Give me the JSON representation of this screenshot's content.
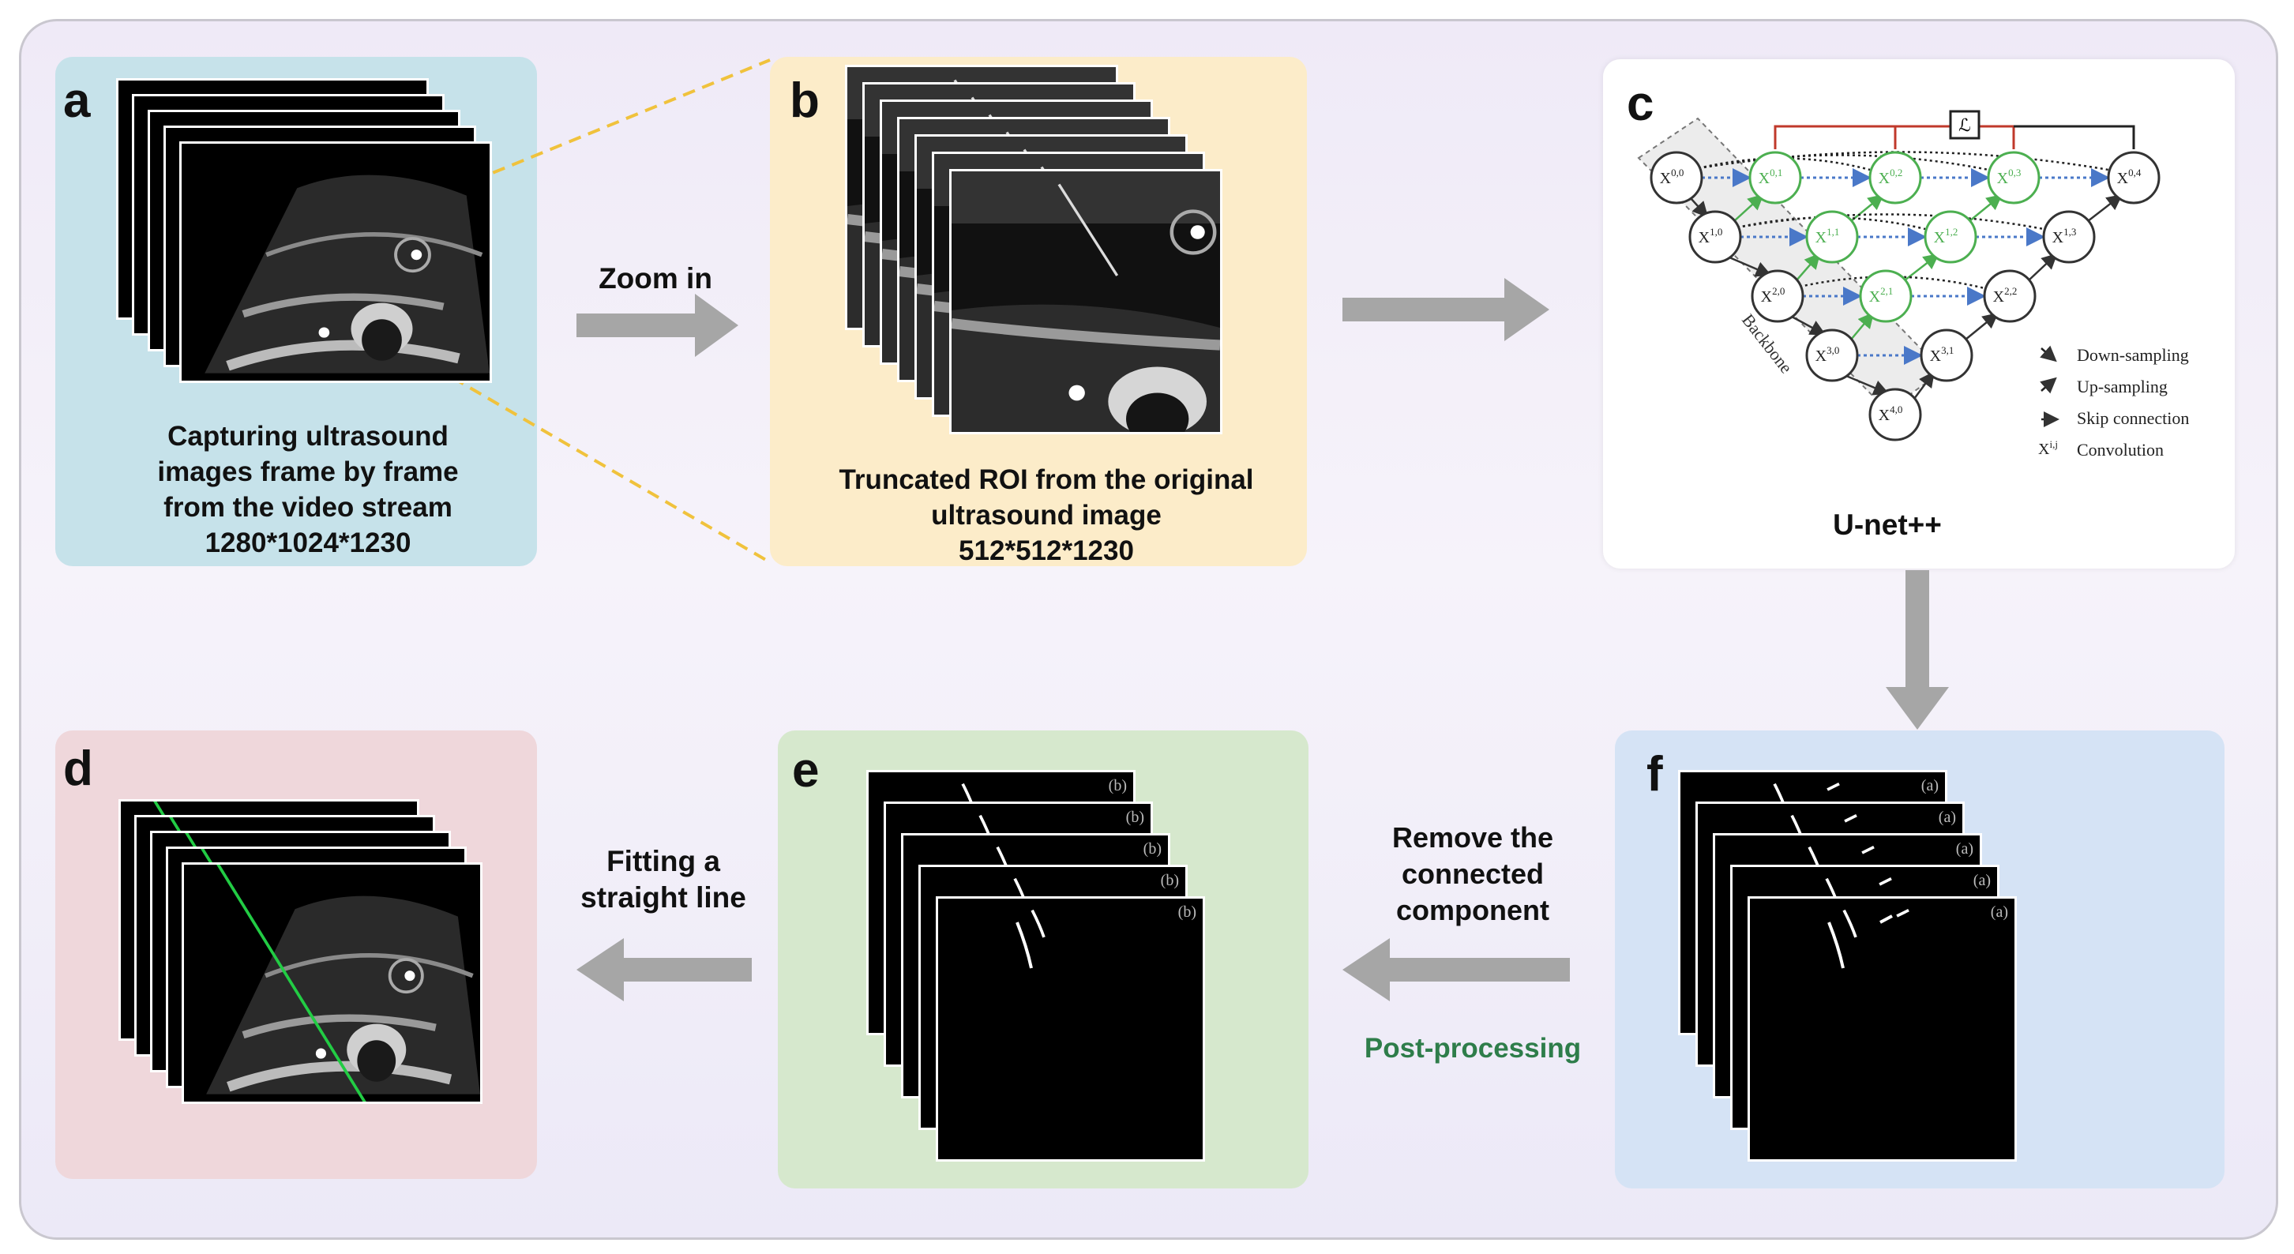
{
  "panels": {
    "a": {
      "letter": "a",
      "caption": [
        "Capturing ultrasound",
        "images frame by frame",
        "from the video stream",
        "1280*1024*1230"
      ],
      "color": "#c6e2ea"
    },
    "b": {
      "letter": "b",
      "caption": [
        "Truncated ROI from the original",
        "ultrasound image",
        "512*512*1230"
      ],
      "color": "#fcecc9"
    },
    "c": {
      "letter": "c",
      "caption": "U-net++",
      "color": "#ffffff",
      "loss_symbol": "ℒ",
      "backbone_label": "Backbone",
      "nodes": {
        "x00": "X0,0",
        "x10": "X1,0",
        "x20": "X2,0",
        "x30": "X3,0",
        "x40": "X4,0",
        "x01": "X0,1",
        "x11": "X1,1",
        "x21": "X2,1",
        "x31": "X3,1",
        "x02": "X0,2",
        "x12": "X1,2",
        "x22": "X2,2",
        "x03": "X0,3",
        "x13": "X1,3",
        "x04": "X0,4"
      },
      "legend": [
        "Down-sampling",
        "Up-sampling",
        "Skip connection",
        "Convolution"
      ],
      "legend_conv_symbol": "Xi,j"
    },
    "d": {
      "letter": "d",
      "color": "#efd7db"
    },
    "e": {
      "letter": "e",
      "color": "#d6e8cd",
      "frame_tag": "(b)"
    },
    "f": {
      "letter": "f",
      "color": "#d5e3f5",
      "frame_tag": "(a)"
    }
  },
  "arrows": {
    "zoom": "Zoom in",
    "remove": [
      "Remove the",
      "connected",
      "component"
    ],
    "postprocess": "Post-processing",
    "fitting": [
      "Fitting a",
      "straight line"
    ]
  },
  "colors": {
    "arrow": "#a6a6a6",
    "zoom_dash": "#f0c23c",
    "green_node": "#4caf50",
    "blue_skip": "#4a78c8",
    "loss_red": "#c0392b",
    "fit_line": "#22cc44",
    "postprocess_text": "#2e7d4a"
  }
}
